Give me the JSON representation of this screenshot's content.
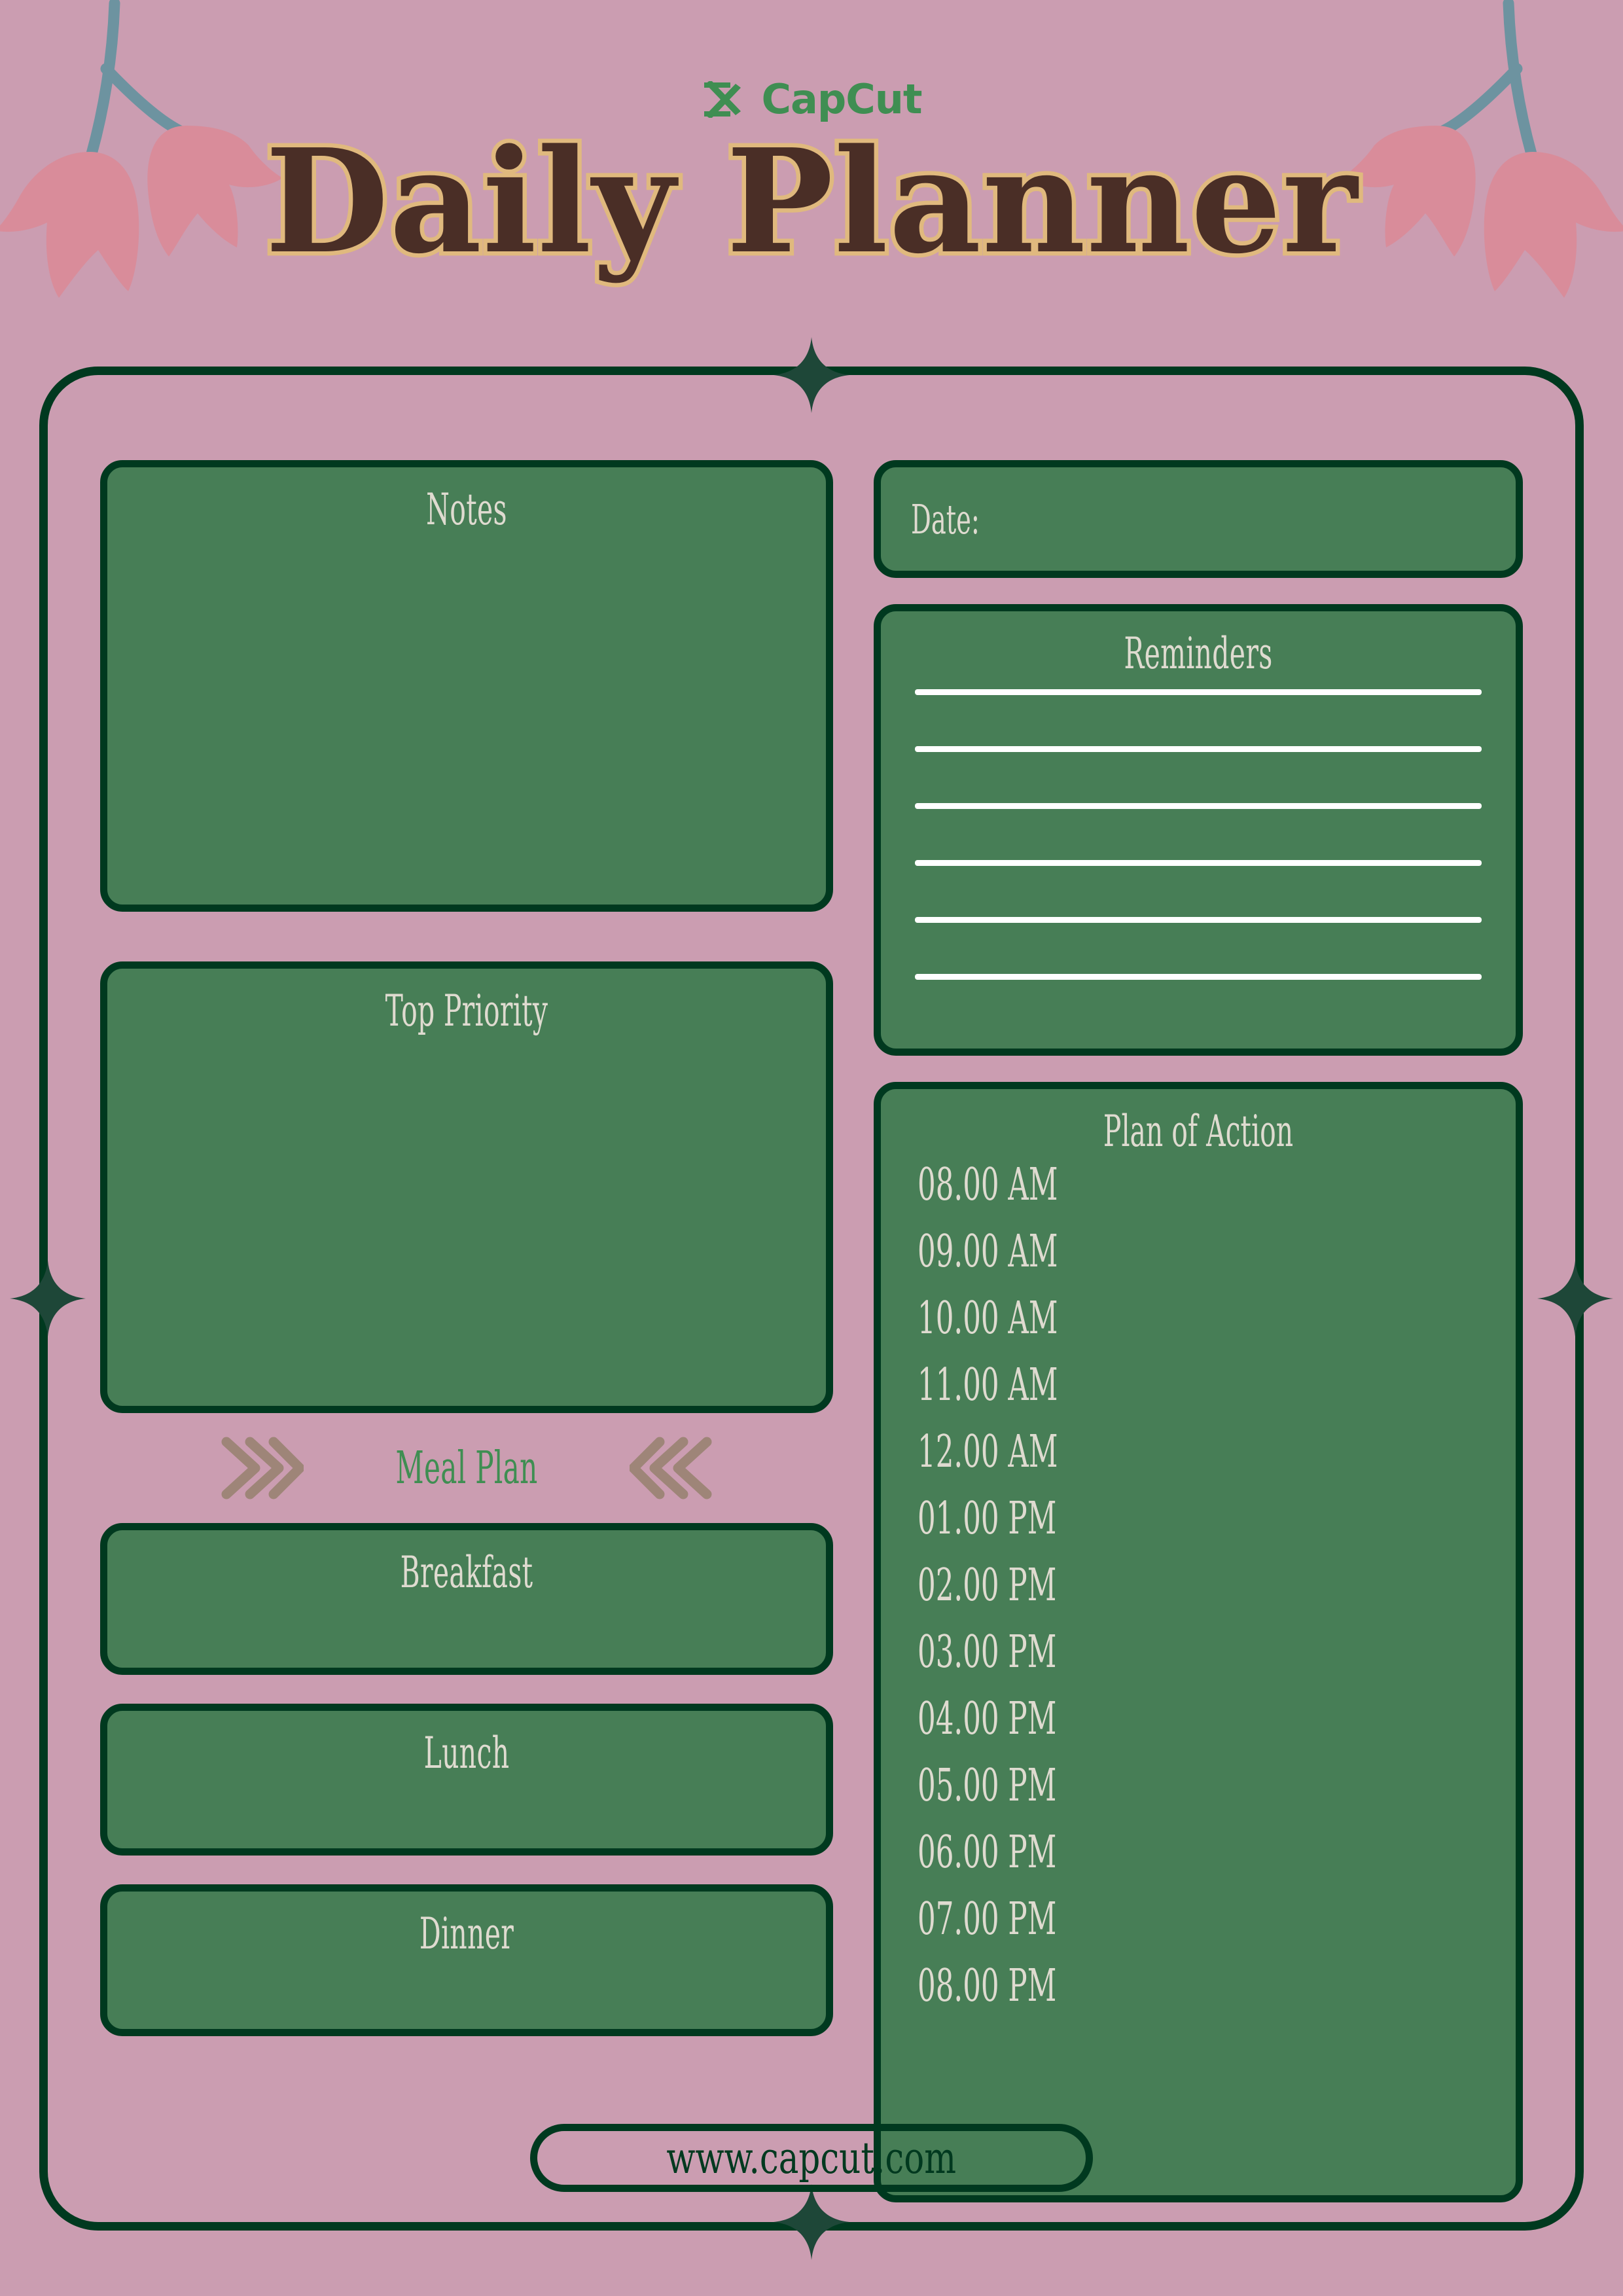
{
  "brand": {
    "name": "CapCut",
    "logo_icon": "capcut-logo-icon",
    "color": "#3f8e52"
  },
  "header": {
    "title": "Daily Planner",
    "title_color": "#4a2e26",
    "title_outline_color": "#e0b97e"
  },
  "decor": {
    "flower_icon": "tulip-flower-icon",
    "flower_color": "#d98c9a",
    "stem_color": "#6d93a0",
    "sparkle_icon": "four-point-sparkle-icon",
    "sparkle_color": "#1e4738",
    "chevron_icon": "triple-chevron-icon",
    "chevron_color": "#9e8578"
  },
  "theme": {
    "background": "#cb9db1",
    "card_fill": "#477e56",
    "border": "#00391f",
    "card_text": "#dfdbd0",
    "line_color": "#ffffff"
  },
  "left_column": {
    "notes_label": "Notes",
    "priority_label": "Top Priority",
    "meal_plan_label": "Meal Plan",
    "meals": [
      {
        "label": "Breakfast"
      },
      {
        "label": "Lunch"
      },
      {
        "label": "Dinner"
      }
    ]
  },
  "right_column": {
    "date_label": "Date:",
    "reminders_label": "Reminders",
    "reminder_line_count": 6,
    "plan_label": "Plan of Action",
    "time_slots": [
      "08.00 AM",
      "09.00 AM",
      "10.00 AM",
      "11.00 AM",
      "12.00 AM",
      "01.00 PM",
      "02.00 PM",
      "03.00 PM",
      "04.00 PM",
      "05.00 PM",
      "06.00 PM",
      "07.00 PM",
      "08.00 PM"
    ]
  },
  "footer": {
    "url": "www.capcut.com"
  }
}
